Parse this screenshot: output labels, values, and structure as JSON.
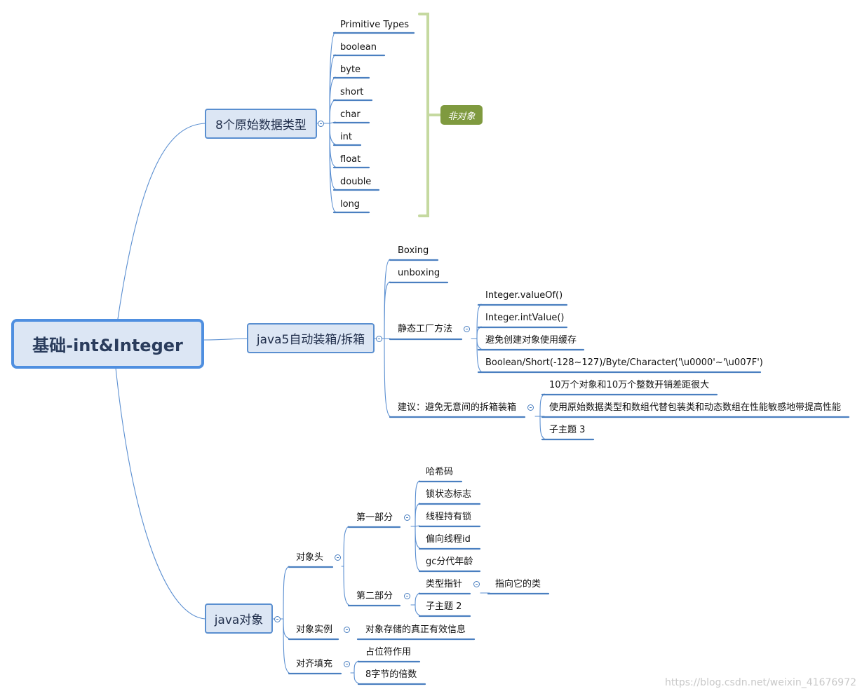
{
  "root": {
    "label": "基础-int&Integer"
  },
  "branches": {
    "primitive": {
      "label": "8个原始数据类型",
      "items": [
        "Primitive Types",
        "boolean",
        "byte",
        "short",
        "char",
        "int",
        "float",
        "double",
        "long"
      ],
      "group_tag": "非对象"
    },
    "boxing": {
      "label": "java5自动装箱/拆箱",
      "items": {
        "boxing": "Boxing",
        "unboxing": "unboxing",
        "factory": {
          "label": "静态工厂方法",
          "children": [
            "Integer.valueOf()",
            "Integer.intValue()",
            "避免创建对象使用缓存",
            "Boolean/Short(-128~127)/Byte/Character('\\u0000'~'\\u007F')"
          ]
        },
        "advice": {
          "label": "建议：避免无意间的拆箱装箱",
          "children": [
            "10万个对象和10万个整数开销差距很大",
            "使用原始数据类型和数组代替包装类和动态数组在性能敏感地带提高性能",
            "子主题 3"
          ]
        }
      }
    },
    "object": {
      "label": "java对象",
      "header": {
        "label": "对象头",
        "part1": {
          "label": "第一部分",
          "children": [
            "哈希码",
            "锁状态标志",
            "线程持有锁",
            "偏向线程id",
            "gc分代年龄"
          ]
        },
        "part2": {
          "label": "第二部分",
          "type_pointer": "类型指针",
          "type_pointer_child": "指向它的类",
          "sub2": "子主题 2"
        }
      },
      "instance": {
        "label": "对象实例",
        "child": "对象存储的真正有效信息"
      },
      "padding": {
        "label": "对齐填充",
        "children": [
          "占位符作用",
          "8字节的倍数"
        ]
      }
    }
  },
  "watermark": "https://blog.csdn.net/weixin_41676972",
  "colors": {
    "connector": "#5b8fd1",
    "underline": "#4a7fc0",
    "bracket": "#c5d9a0",
    "tag": "#7f9a3f"
  }
}
